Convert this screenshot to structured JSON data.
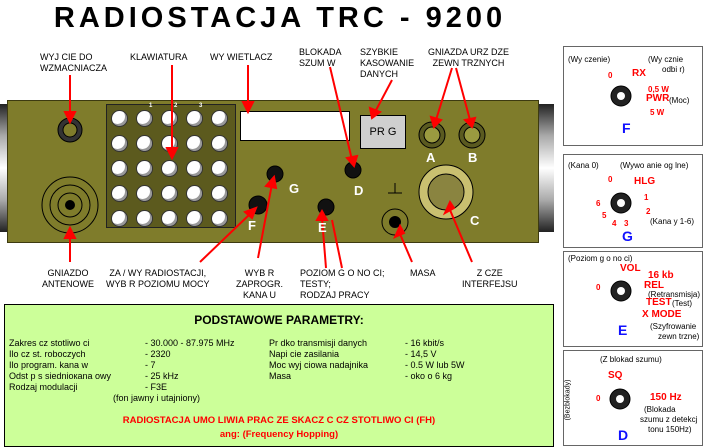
{
  "title": "RADIOSTACJA TRC - 9200",
  "labels": {
    "wyjscie": [
      "WYJ  CIE DO",
      "WZMACNIACZA"
    ],
    "klawiatura": "KLAWIATURA",
    "wyswietlacz": "WY  WIETLACZ",
    "blokada": [
      "BLOKADA",
      "SZUM  W"
    ],
    "szybkie": [
      "SZYBKIE",
      "KASOWANIE",
      "DANYCH"
    ],
    "gniazda": [
      "GNIAZDA URZ  DZE",
      "ZEWN  TRZNYCH"
    ],
    "gniazdo_ant": [
      "GNIAZDO",
      "ANTENOWE"
    ],
    "zal": [
      "ZA   / WY  RADIOSTACJI,",
      "WYB   R POZIOMU MOCY"
    ],
    "wybor": [
      "WYB  R",
      "ZAPROGR.",
      "KANA  U"
    ],
    "poziom": [
      "POZIOM G  O  NO  CI;",
      "TESTY;",
      "RODZAJ PRACY"
    ],
    "masa": "MASA",
    "zlacze": [
      "Z   CZE",
      "INTERFEJSU"
    ]
  },
  "panel": {
    "prog": "PR  G",
    "letters": {
      "A": "A",
      "B": "B",
      "C": "C",
      "D": "D",
      "E": "E",
      "F": "F",
      "G": "G"
    }
  },
  "keypad": {
    "row1": [
      "",
      "1",
      "2",
      "3",
      ""
    ],
    "row4": [
      "",
      "",
      "",
      "",
      ""
    ]
  },
  "params": {
    "title": "PODSTAWOWE  PARAMETRY:",
    "left": [
      {
        "k": "Zakres cz  stotliwo  ci",
        "v": "- 30.000 - 87.975 MHz"
      },
      {
        "k": "Ilo     cz  st. roboczych",
        "v": "- 2320"
      },
      {
        "k": "Ilo     program. kana    w",
        "v": "- 7"
      },
      {
        "k": "Odst  p  s  siednioкana owy",
        "v": "- 25 kHz"
      },
      {
        "k": "Rodzaj modulacji",
        "v": "- F3E"
      }
    ],
    "left_note": "(fon jawny i utajniony)",
    "right": [
      {
        "k": "Pr  dko     transmisji danych",
        "v": "- 16 kbit/s"
      },
      {
        "k": "Napi  cie zasilania",
        "v": "- 14,5 V"
      },
      {
        "k": "Moc wyj  ciowa nadajnika",
        "v": "- 0.5 W lub 5W"
      },
      {
        "k": "Masa",
        "v": "- oko o 6 kg"
      }
    ],
    "footer1": "RADIOSTACJA UMO  LIWIA PRAC   ZE SKACZ  C    CZ  STOTLIWO  CI   (FH)",
    "footer2": "ang: (Frequency Hopping)"
  },
  "side": {
    "f": {
      "t1": "(Wy   czenie)",
      "t2": "(Wy   cznie",
      "t3": "odbi   r)",
      "zero": "0",
      "rx": "RX",
      "w05": "0,5 W",
      "pwr": "PWR",
      "moc": "(Moc)",
      "w5": "5 W",
      "letter": "F"
    },
    "g": {
      "t1": "(Kana  0)",
      "t2": "(Wywo anie og  lne)",
      "zero": "0",
      "hlg": "HLG",
      "n1": "1",
      "n2": "2",
      "n3": "3",
      "n4": "4",
      "n5": "5",
      "n6": "6",
      "kan": "(Kana y 1-6)",
      "letter": "G"
    },
    "e": {
      "t1": "(Poziom g  o  no  ci)",
      "vol": "VOL",
      "kb": "16 kb",
      "rel": "REL",
      "retr": "(Retransmisja)",
      "test": "TEST",
      "testp": "(Test)",
      "zero": "0",
      "xmode": "X MODE",
      "szyf": "(Szyfrowanie",
      "zewn": "zewn  trzne)",
      "letter": "E"
    },
    "d": {
      "t1": "(Z blokad   szumu)",
      "sq": "SQ",
      "zero": "0",
      "hz": "150 Hz",
      "blok": "(Blokada",
      "det": "szumu z detekcj",
      "ton": "tonu 150Hz)",
      "bez": "(Bezblokady)",
      "letter": "D"
    }
  },
  "colors": {
    "panel": "#7f7c2b",
    "params_bg": "#ccff99",
    "accent_red": "#ff0000",
    "accent_blue": "#1010ff"
  }
}
